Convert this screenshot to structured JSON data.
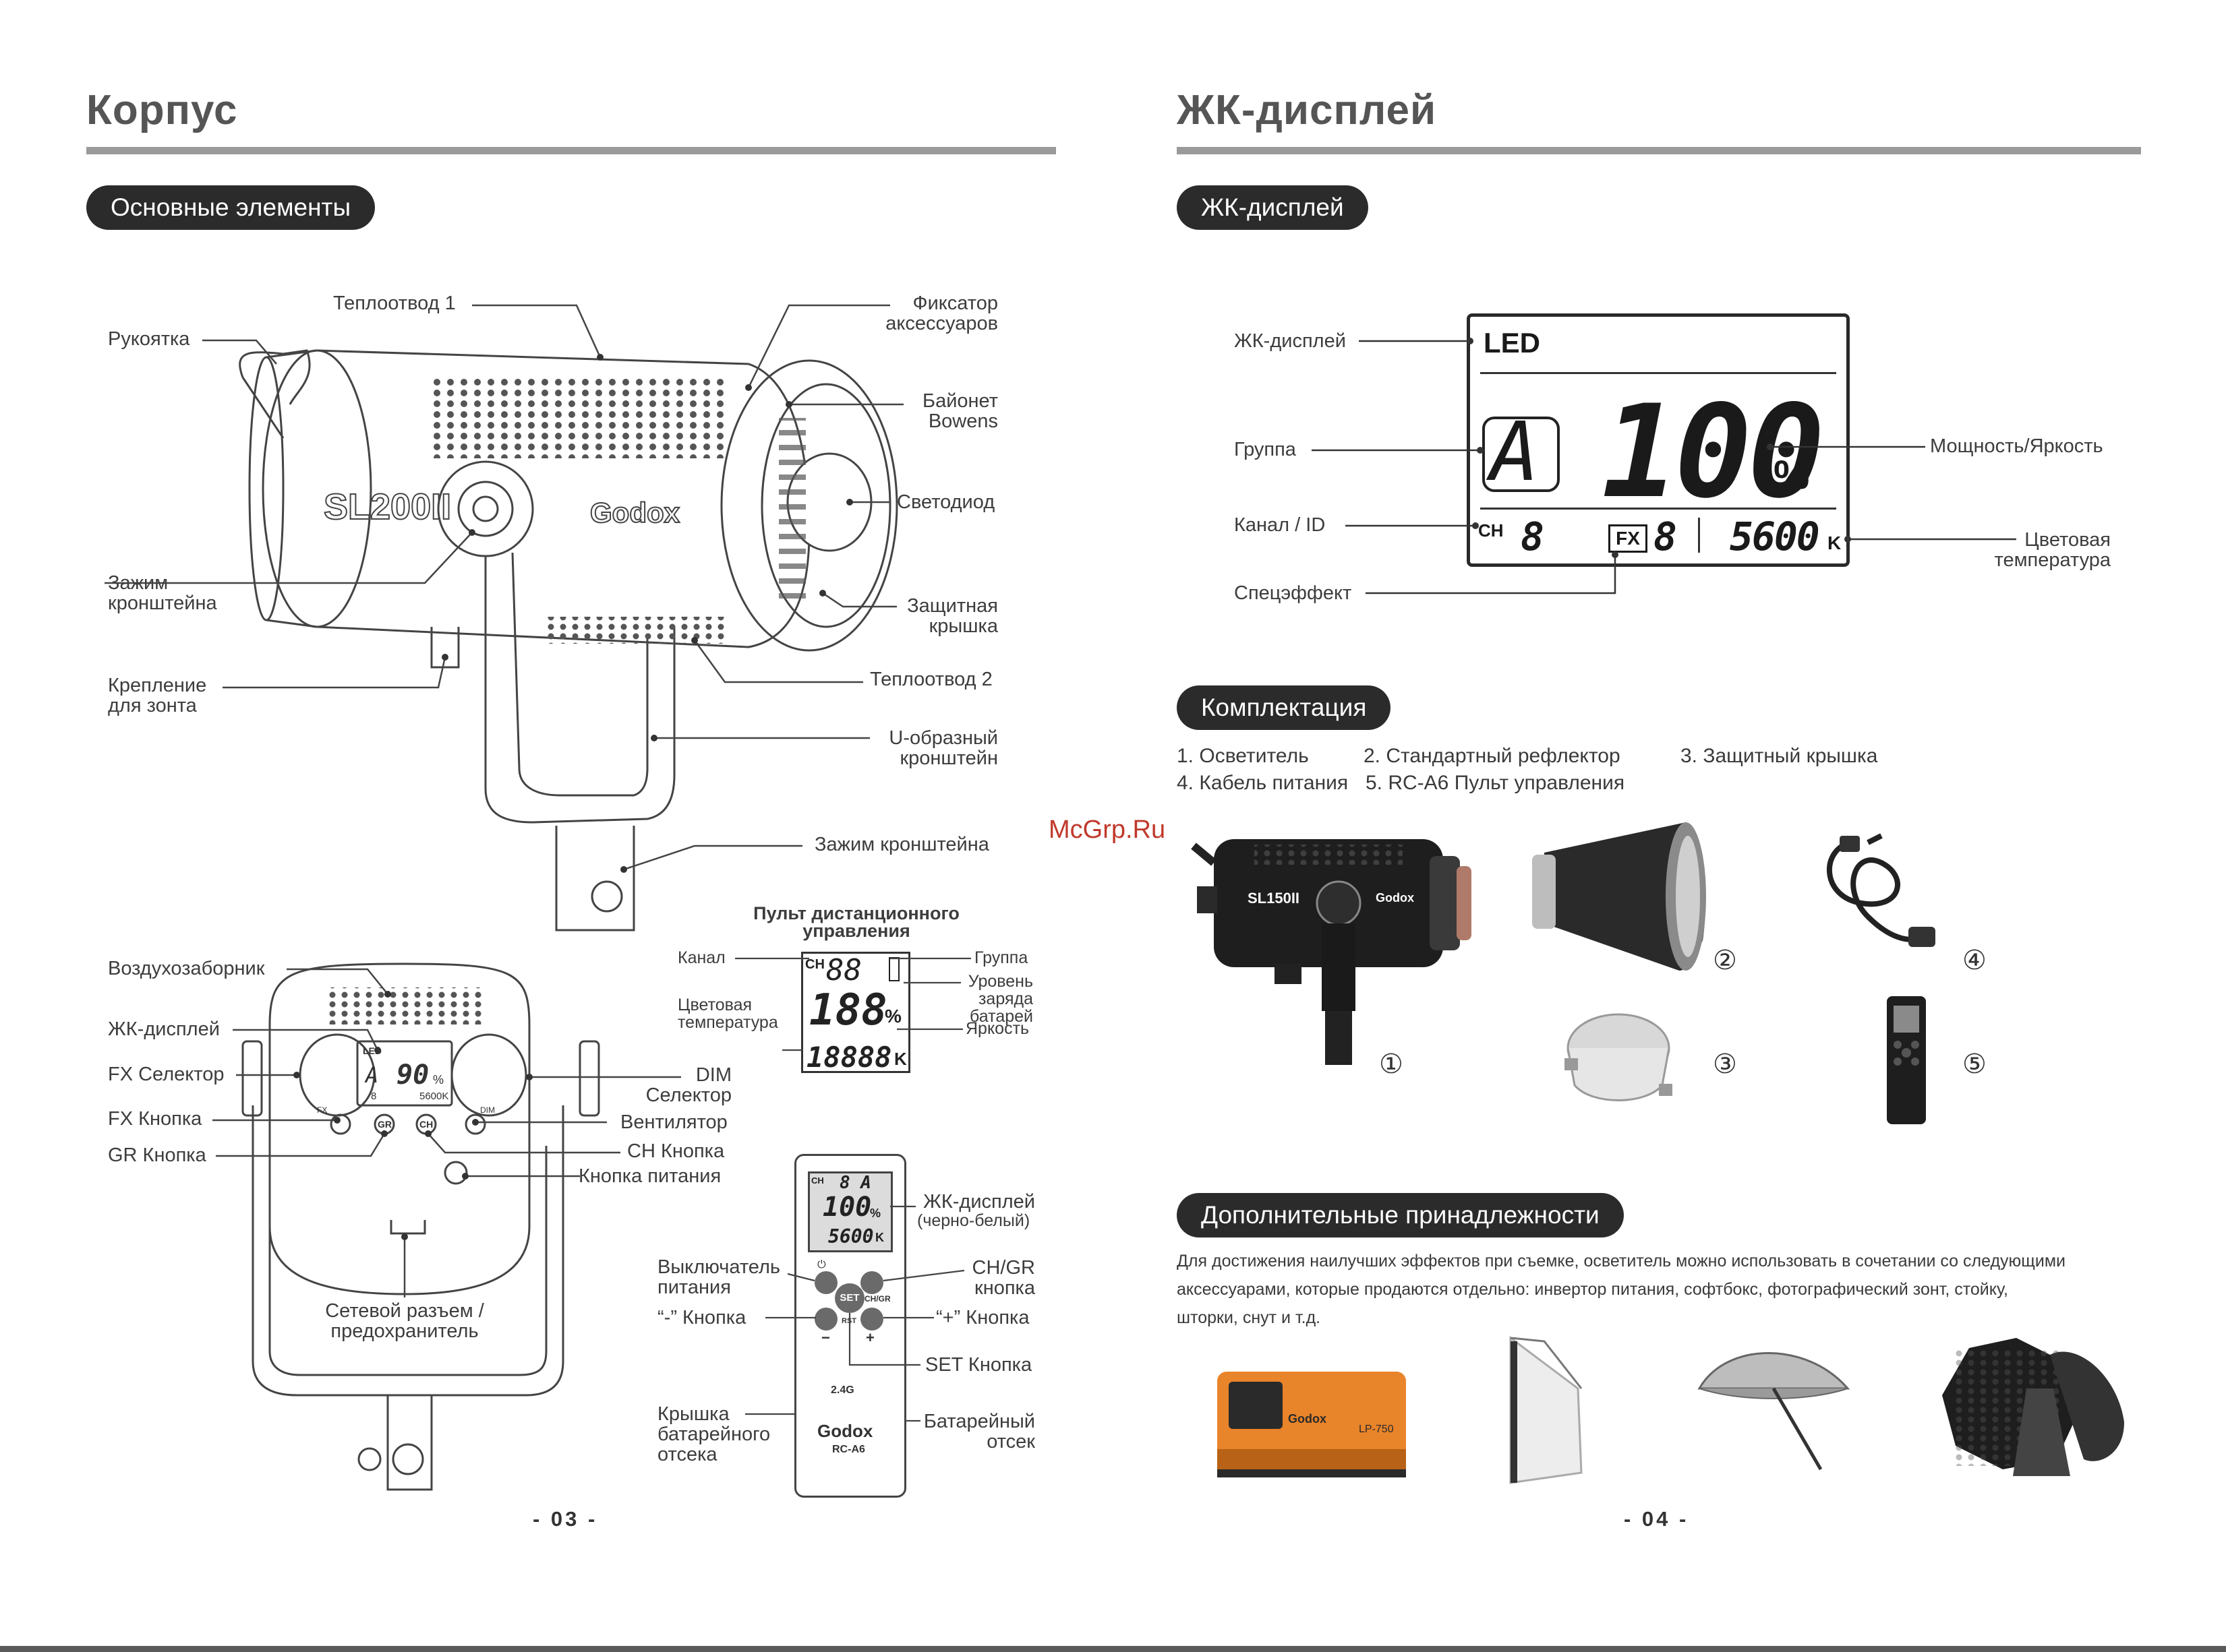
{
  "left": {
    "title": "Корпус",
    "section": "Основные элементы",
    "labels": {
      "heatsink1": "Теплоотвод 1",
      "handle": "Рукоятка",
      "accessory_lock": "Фиксатор\nаксессуаров",
      "bowens": "Байонет\nBowens",
      "led": "Светодиод",
      "bracket_clamp": "Зажим\nкронштейна",
      "protective_cover": "Защитная\nкрышка",
      "heatsink2": "Теплоотвод 2",
      "umbrella_mount": "Крепление\nдля зонта",
      "u_bracket": "U-образный\nкронштейн",
      "bracket_clamp2": "Зажим кронштейна",
      "air_intake": "Воздухозаборник",
      "lcd": "ЖК-дисплей",
      "fx_selector": "FX Селектор",
      "fx_button": "FX Кнопка",
      "gr_button": "GR Кнопка",
      "dim_selector": "DIM\nСелектор",
      "fan": "Вентилятор",
      "ch_button": "CH Кнопка",
      "power_button": "Кнопка питания",
      "power_socket": "Сетевой разъем /\nпредохранитель"
    },
    "lamp_brand": "SL200II",
    "lamp_logo": "Godox",
    "rear_lcd": {
      "mode": "LED",
      "group": "A",
      "power": "90",
      "unit": "%",
      "ch": "8",
      "temp": "5600K",
      "fx": "FX",
      "dim": "DIM",
      "gr": "GR",
      "chb": "CH"
    },
    "remote_box": {
      "title": "Пульт дистанционного\nуправления",
      "channel": "Канал",
      "color_temp": "Цветовая\nтемпература",
      "group": "Группа",
      "battery": "Уровень\nзаряда\nбатарей",
      "brightness": "Яркость",
      "lcd_ch": "CH",
      "lcd_ch_val": "88",
      "lcd_power": "188",
      "lcd_unit": "%",
      "lcd_temp": "18888",
      "lcd_k": "K"
    },
    "remote": {
      "lcd": "ЖК-дисплей",
      "lcd_note": "(черно-белый)",
      "power_switch": "Выключатель\nпитания",
      "chgr": "CH/GR\nкнопка",
      "minus": "“-” Кнопка",
      "plus": "“+” Кнопка",
      "set": "SET Кнопка",
      "battery_cover": "Крышка\nбатарейного\nотсека",
      "battery_comp": "Батарейный\nотсек",
      "screen_ch": "CH",
      "screen_group": "8 A",
      "screen_power": "100",
      "screen_unit": "%",
      "screen_temp": "5600",
      "screen_k": "K",
      "btn_set": "SET",
      "btn_chgr": "CH/GR",
      "btn_rst": "RST",
      "btn_minus": "−",
      "btn_plus": "+",
      "btn_power": "⏻",
      "wireless": "2.4G",
      "brand": "Godox",
      "model": "RC-A6"
    },
    "page_number": "- 03 -"
  },
  "right": {
    "title": "ЖК-дисплей",
    "section1": "ЖК-дисплей",
    "lcd_labels": {
      "lcd": "ЖК-дисплей",
      "group": "Группа",
      "channel": "Канал / ID",
      "effect": "Спецэффект",
      "power": "Мощность/Яркость",
      "temp": "Цветовая\nтемпература"
    },
    "lcd_screen": {
      "mode": "LED",
      "group": "A",
      "power": "100",
      "unit": "%",
      "ch_label": "CH",
      "ch": "8",
      "fx_label": "FX",
      "fx": "8",
      "temp": "5600",
      "k": "K"
    },
    "section2": "Комплектация",
    "package": [
      "1. Осветитель",
      "2. Стандартный рефлектор",
      "3. Защитный крышка",
      "4. Кабель питания",
      "5. RC-A6 Пульт управления"
    ],
    "package_marks": [
      "①",
      "②",
      "③",
      "④",
      "⑤"
    ],
    "package_lamp": "SL150II",
    "package_logo": "Godox",
    "watermark": "McGrp.Ru",
    "section3": "Дополнительные принадлежности",
    "accessories_text": "Для достижения наилучших эффектов при съемке, осветитель можно использовать в сочетании со следующими аксессуарами, которые продаются отдельно: инвертор питания, софтбокс, фотографический зонт, стойку, шторки, снут и т.д.",
    "inverter_brand": "Godox",
    "inverter_model": "LP-750",
    "page_number": "- 04 -"
  },
  "colors": {
    "pill": "#2b2b2b",
    "rule": "#9a9a9a",
    "heading": "#555555",
    "watermark": "#c0392b",
    "inverter": "#e8842a"
  }
}
